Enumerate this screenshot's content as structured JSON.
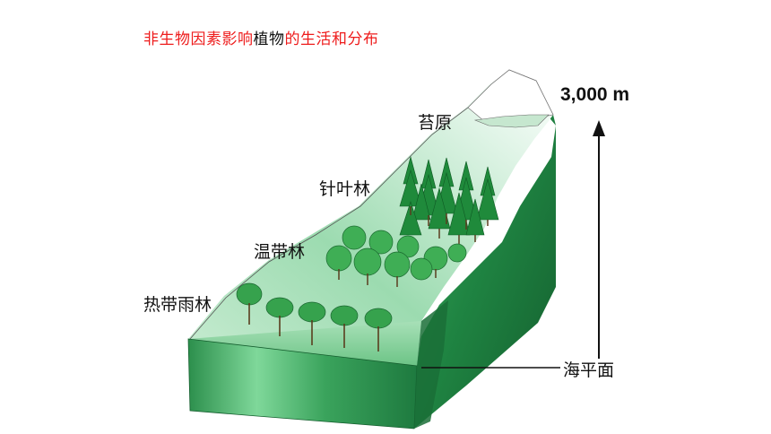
{
  "title": {
    "part1": "非生物因素影响",
    "part2": "植物",
    "part3": "的生活和分布"
  },
  "labels": {
    "tundra": "苔原",
    "coniferous": "针叶林",
    "temperate": "温带林",
    "tropical": "热带雨林",
    "sea_level": "海平面",
    "altitude": "3,000 m"
  },
  "colors": {
    "title_red": "#ee1c1c",
    "mountain_dark": "#1d7a3e",
    "mountain_light": "#5cc07a",
    "conifer": "#1f8a3b",
    "broadleaf": "#3fae55"
  }
}
